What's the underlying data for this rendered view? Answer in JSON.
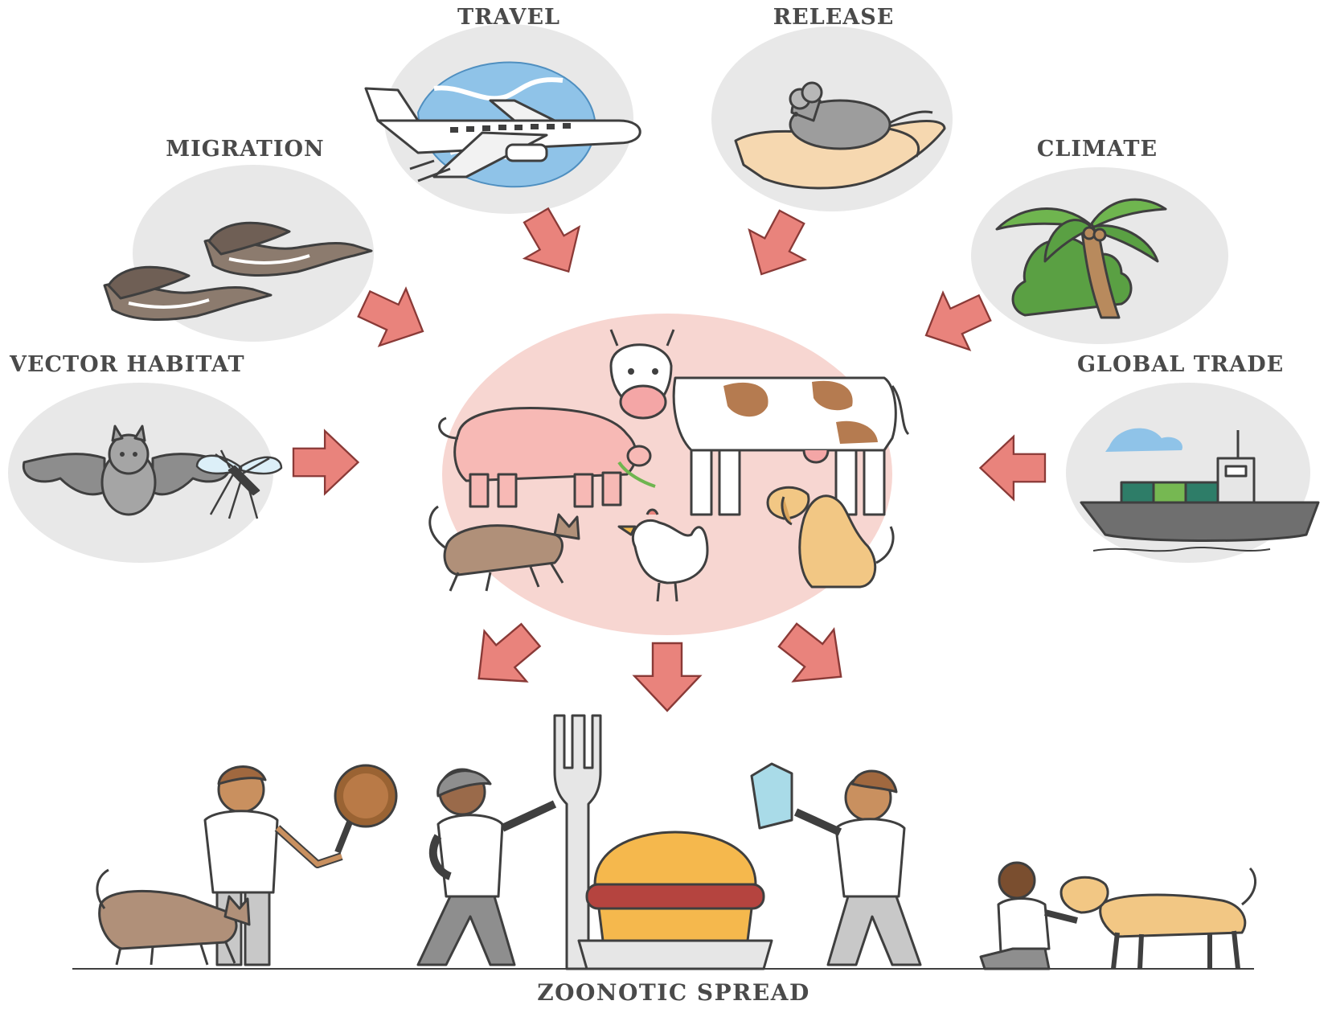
{
  "factors": {
    "travel": "TRAVEL",
    "release": "RELEASE",
    "migration": "MIGRATION",
    "climate": "CLIMATE",
    "vector_habitat": "VECTOR HABITAT",
    "global_trade": "GLOBAL TRADE"
  },
  "title": "ZOONOTIC SPREAD",
  "colors": {
    "arrow": "#e9837c",
    "arrow_outline": "#8a3a37",
    "hub_circle": "#f7d6d1",
    "factor_circle": "#e8e8e8",
    "label": "#4a4a4a",
    "outline": "#3f3f3f"
  },
  "icons": [
    "airplane-icon",
    "globe-icon",
    "mouse-in-hand-icon",
    "geese-icon",
    "palm-tree-icon",
    "bat-icon",
    "mosquito-icon",
    "cargo-ship-icon",
    "cow-icon",
    "pig-icon",
    "cat-icon",
    "chicken-icon",
    "dog-icon",
    "burger-icon",
    "fork-icon",
    "milk-carton-icon"
  ]
}
